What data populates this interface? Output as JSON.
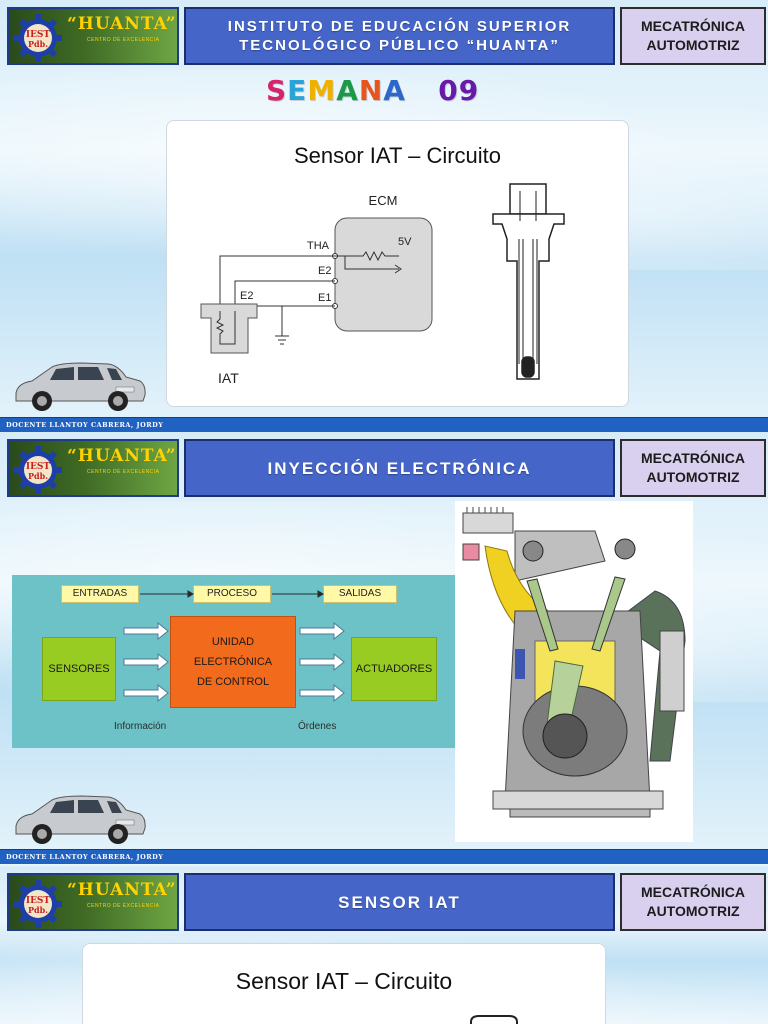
{
  "header": {
    "logo_brand": "“HUANTA”",
    "logo_sub": "CENTRO DE EXCELENCIA",
    "logo_gear_text": "IEST Pdb.",
    "course_line1": "MECATRÓNICA",
    "course_line2": "AUTOMOTRIZ"
  },
  "slide1": {
    "banner_line1": "INSTITUTO DE EDUCACIÓN SUPERIOR",
    "banner_line2": "TECNOLÓGICO PÚBLICO “HUANTA”",
    "semana_word": "SEMANA",
    "semana_num": "09",
    "box_title": "Sensor IAT – Circuito",
    "ecm_label": "ECM",
    "tha_label": "THA",
    "e2_label": "E2",
    "e1_label": "E1",
    "v5_label": "5V",
    "sensor_e2_label": "E2",
    "iat_label": "IAT"
  },
  "slide2": {
    "banner": "INYECCIÓN ELECTRÓNICA",
    "entradas": "ENTRADAS",
    "proceso": "PROCESO",
    "salidas": "SALIDAS",
    "sensores": "SENSORES",
    "unidad_line1": "UNIDAD",
    "unidad_line2": "ELECTRÓNICA",
    "unidad_line3": "DE CONTROL",
    "actuadores": "ACTUADORES",
    "informacion": "Información",
    "ordenes": "Órdenes"
  },
  "slide3": {
    "banner": "SENSOR IAT",
    "box_title": "Sensor IAT – Circuito"
  },
  "footer": {
    "docente": "DOCENTE LLANTOY CABRERA, JORDY"
  },
  "colors": {
    "banner_blue": "#4565c8",
    "course_lavender": "#d9d0ef",
    "footer_blue": "#1f62c2",
    "diagram_teal": "#6cc2c6",
    "sensor_green": "#99cc22",
    "ecu_orange": "#f26a1b"
  }
}
